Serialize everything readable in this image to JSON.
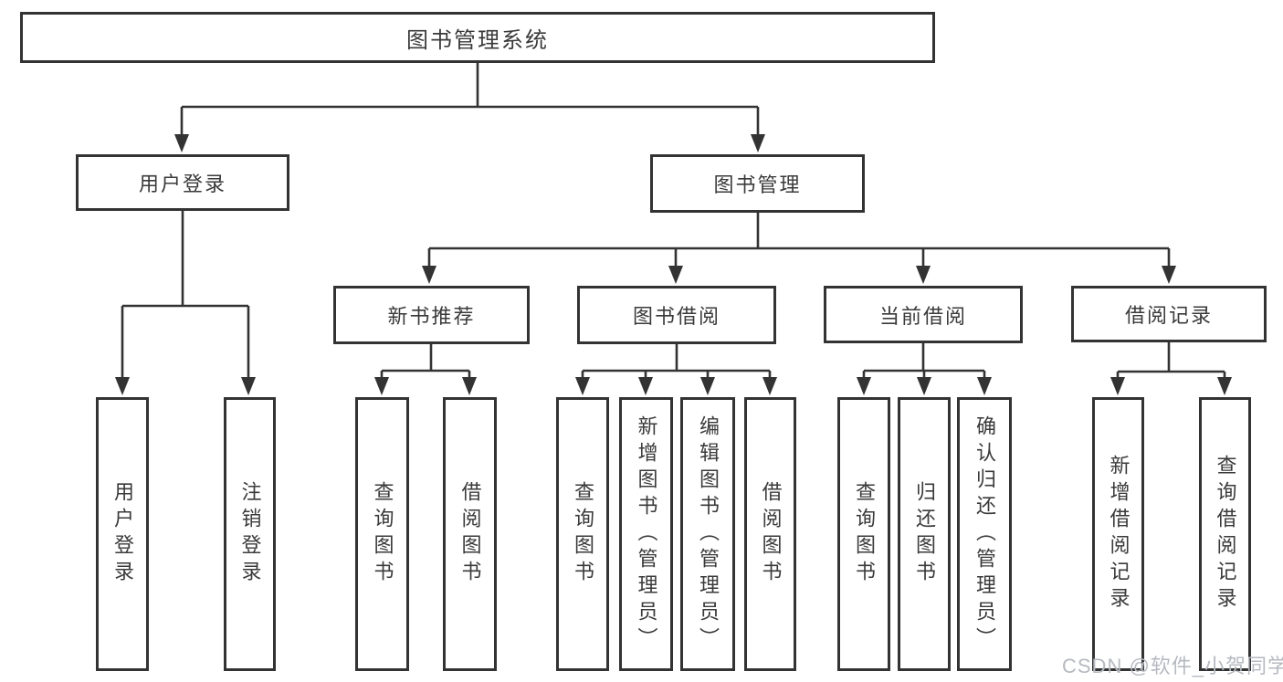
{
  "diagram": {
    "root": {
      "label": "图书管理系统"
    },
    "login_branch": {
      "label": "用户登录",
      "children": [
        {
          "label": "用户登录"
        },
        {
          "label": "注销登录"
        }
      ]
    },
    "mgmt_branch": {
      "label": "图书管理",
      "sections": [
        {
          "label": "新书推荐",
          "children": [
            {
              "label": "查询图书"
            },
            {
              "label": "借阅图书"
            }
          ]
        },
        {
          "label": "图书借阅",
          "children": [
            {
              "label": "查询图书"
            },
            {
              "label": "新增图书（管理员）"
            },
            {
              "label": "编辑图书（管理员）"
            },
            {
              "label": "借阅图书"
            }
          ]
        },
        {
          "label": "当前借阅",
          "children": [
            {
              "label": "查询图书"
            },
            {
              "label": "归还图书"
            },
            {
              "label": "确认归还（管理员）"
            }
          ]
        },
        {
          "label": "借阅记录",
          "children": [
            {
              "label": "新增借阅记录"
            },
            {
              "label": "查询借阅记录"
            }
          ]
        }
      ]
    }
  },
  "watermark": {
    "text": "CSDN @软件_小贺同学"
  },
  "colors": {
    "line": "#333333",
    "text": "#3a3a3a",
    "watermark": "#b6bac0"
  }
}
